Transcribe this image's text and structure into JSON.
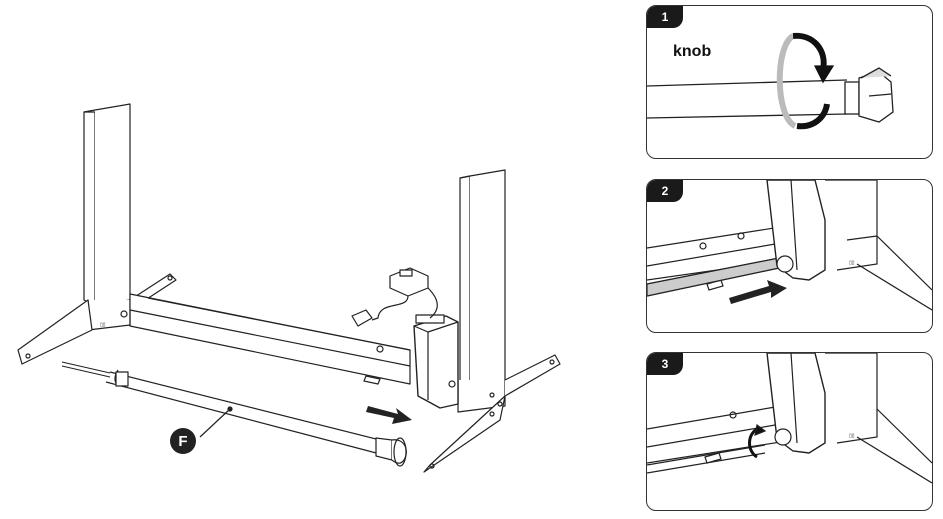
{
  "callout": {
    "label": "F"
  },
  "steps": [
    {
      "number": "1",
      "label": "knob"
    },
    {
      "number": "2"
    },
    {
      "number": "3"
    }
  ]
}
